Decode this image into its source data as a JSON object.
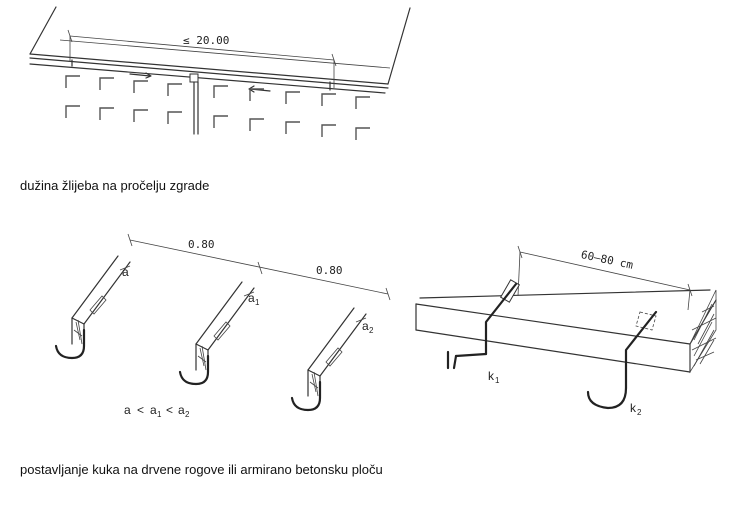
{
  "top_figure": {
    "dimension_label": "≤ 20.00",
    "caption": "dužina žlijeba na pročelju zgrade"
  },
  "bottom_left_figure": {
    "spacing_1": "0.80",
    "spacing_2": "0.80",
    "hook_labels": [
      "a",
      "a",
      "a"
    ],
    "hook_label_subscripts": [
      "",
      "1",
      "2"
    ],
    "relation": {
      "a": "a",
      "lt1": "<",
      "a1": "a",
      "a1_sub": "1",
      "lt2": "<",
      "a2": "a",
      "a2_sub": "2"
    }
  },
  "bottom_right_figure": {
    "spacing_label": "60–80 cm",
    "k1": "k",
    "k1_sub": "1",
    "k2": "k",
    "k2_sub": "2"
  },
  "bottom_caption": "postavljanje kuka  na drvene rogove ili armirano betonsku ploču"
}
